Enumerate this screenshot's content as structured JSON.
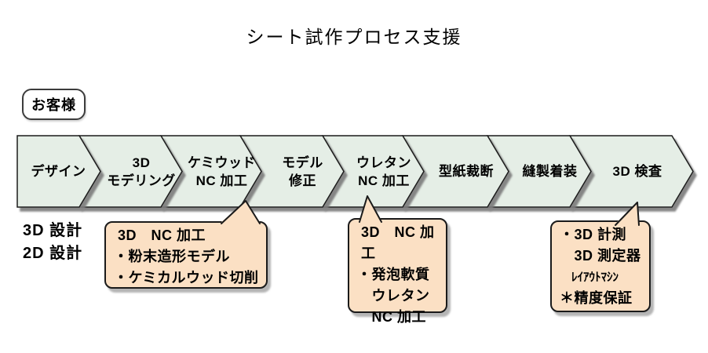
{
  "title": "シート試作プロセス支援",
  "customer": {
    "label": "お客様"
  },
  "side_note": {
    "lines": [
      "3D 設計",
      "2D 設計"
    ]
  },
  "flow": {
    "stages": [
      {
        "label": "デザイン"
      },
      {
        "label": "3D\nモデリング"
      },
      {
        "label": "ケミウッド\nNC 加工"
      },
      {
        "label": "モデル\n修正"
      },
      {
        "label": "ウレタン\nNC 加工"
      },
      {
        "label": "型紙裁断"
      },
      {
        "label": "縫製着装"
      },
      {
        "label": "3D 検査"
      }
    ]
  },
  "callouts": [
    {
      "lines": [
        "3D　NC 加工",
        "・粉末造形モデル",
        "・ケミカルウッド切削"
      ]
    },
    {
      "lines": [
        "3D　NC 加工",
        "・発泡軟質",
        "　ウレタン",
        "　NC 加工"
      ]
    },
    {
      "lines": [
        "・3D 計測",
        "　3D 測定器",
        "　ﾚｲｱｳﾄﾏｼﾝ",
        "＊精度保証"
      ]
    }
  ],
  "colors": {
    "background": "#ffffff",
    "chevron_fill": "#e5eee6",
    "callout_fill": "#fbe0c4",
    "border": "#1a1a1a",
    "box_border": "#3c3c3c"
  }
}
